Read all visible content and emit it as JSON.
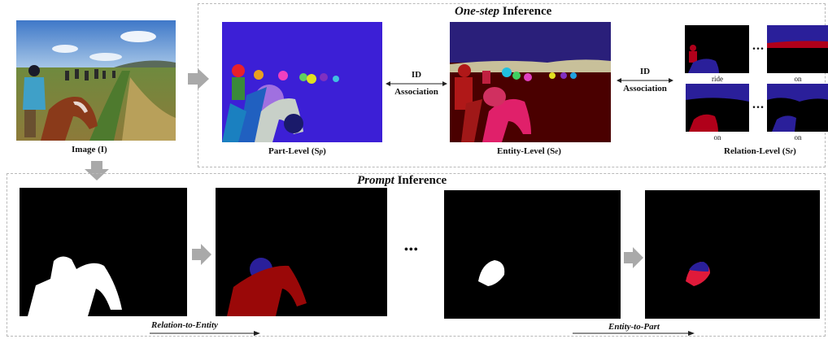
{
  "top_section": {
    "title_italic": "One-step",
    "title_rest": " Inference",
    "image_caption": "Image (I)",
    "part_caption": "Part-Level (S",
    "part_sub": "p",
    "entity_caption": "Entity-Level (S",
    "entity_sub": "e",
    "relation_caption": "Relation-Level (S",
    "relation_sub": "r",
    "close_paren": ")",
    "assoc_left": [
      "ID",
      "Association"
    ],
    "assoc_right": [
      "ID",
      "Association"
    ],
    "relation_labels": [
      "ride",
      "on",
      "on",
      "on"
    ],
    "ellipsis": "..."
  },
  "bottom_section": {
    "title_italic": "Prompt",
    "title_rest": " Inference",
    "ellipsis": "•••",
    "flow_left": "Relation-to-Entity",
    "flow_right": "Entity-to-Part"
  },
  "colors": {
    "part_bg": "#3c1fd6",
    "entity_sky": "#2a1f7a",
    "entity_ground": "#4a0000",
    "entity_horizon": "#c8c09a",
    "relation_red": "#b0001a",
    "relation_blue": "#2a1f9a",
    "mask_white": "#ffffff",
    "panel_black": "#000000",
    "arrow_gray": "#a9a9a9"
  }
}
